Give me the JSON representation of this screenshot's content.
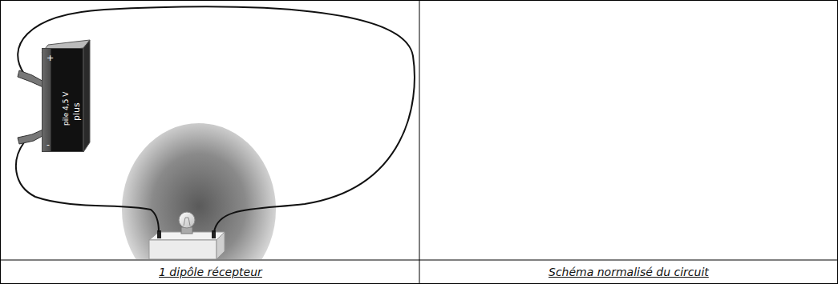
{
  "diagram": {
    "nodes": [
      {
        "text": [
          "pile 4,5 V",
          "plus"
        ]
      }
    ],
    "labels": [
      "+",
      "-",
      "1 dipôle récepteur",
      "Schéma normalisé du circuit"
    ]
  }
}
